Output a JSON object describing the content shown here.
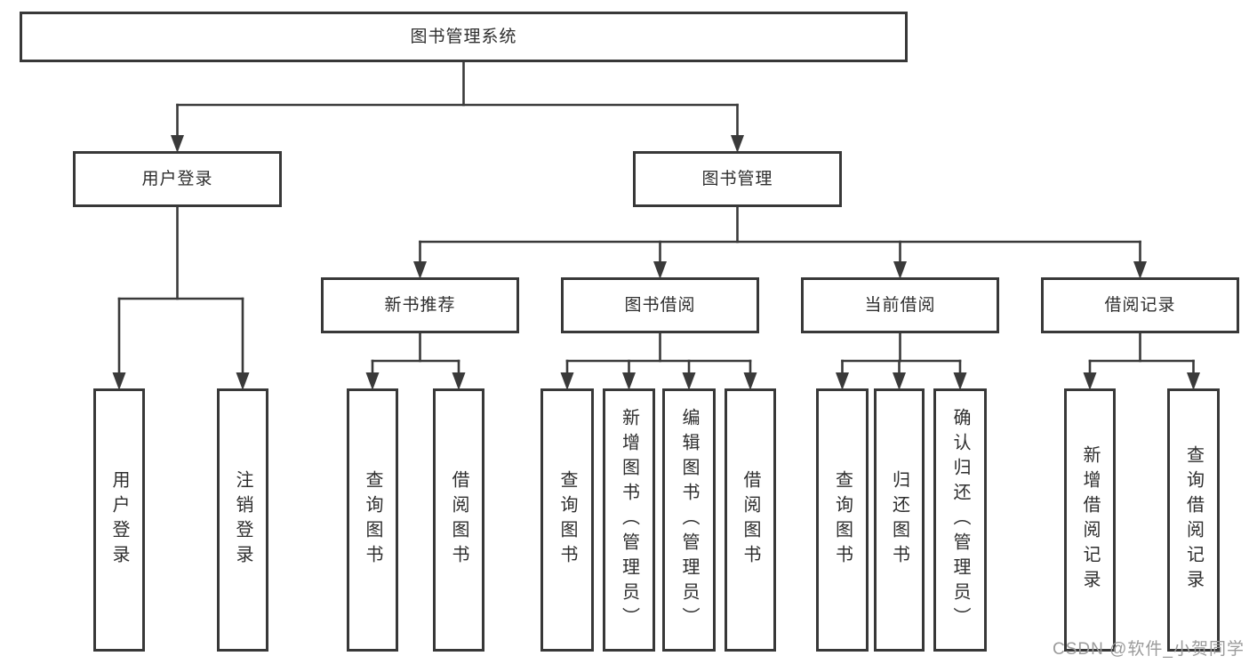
{
  "diagram": {
    "type": "hierarchy-tree",
    "root": {
      "id": "system",
      "label": "图书管理系统",
      "children": [
        {
          "id": "user_login",
          "label": "用户登录",
          "children": [
            {
              "id": "user_login_action",
              "label": "用户登录"
            },
            {
              "id": "logout_action",
              "label": "注销登录"
            }
          ]
        },
        {
          "id": "book_management",
          "label": "图书管理",
          "children": [
            {
              "id": "new_book_recommendation",
              "label": "新书推荐",
              "children": [
                {
                  "id": "nb_search_books",
                  "label": "查询图书"
                },
                {
                  "id": "nb_borrow_books",
                  "label": "借阅图书"
                }
              ]
            },
            {
              "id": "book_borrowing",
              "label": "图书借阅",
              "children": [
                {
                  "id": "bb_search_books",
                  "label": "查询图书"
                },
                {
                  "id": "bb_add_books_admin",
                  "label": "新增图书（管理员）"
                },
                {
                  "id": "bb_edit_books_admin",
                  "label": "编辑图书（管理员）"
                },
                {
                  "id": "bb_borrow_books",
                  "label": "借阅图书"
                }
              ]
            },
            {
              "id": "current_borrowing",
              "label": "当前借阅",
              "children": [
                {
                  "id": "cb_search_books",
                  "label": "查询图书"
                },
                {
                  "id": "cb_return_books",
                  "label": "归还图书"
                },
                {
                  "id": "cb_confirm_return_admin",
                  "label": "确认归还（管理员）"
                }
              ]
            },
            {
              "id": "borrowing_records",
              "label": "借阅记录",
              "children": [
                {
                  "id": "br_add_borrow_record",
                  "label": "新增借阅记录"
                },
                {
                  "id": "br_search_borrow_record",
                  "label": "查询借阅记录"
                }
              ]
            }
          ]
        }
      ]
    }
  },
  "watermark": {
    "text": "CSDN @软件_小贺同学"
  },
  "colors": {
    "line": "#3a3a3a",
    "box_border": "#383838",
    "box_background": "#ffffff",
    "text": "#2e2e2e",
    "watermark_text": "#9b9b9b"
  }
}
